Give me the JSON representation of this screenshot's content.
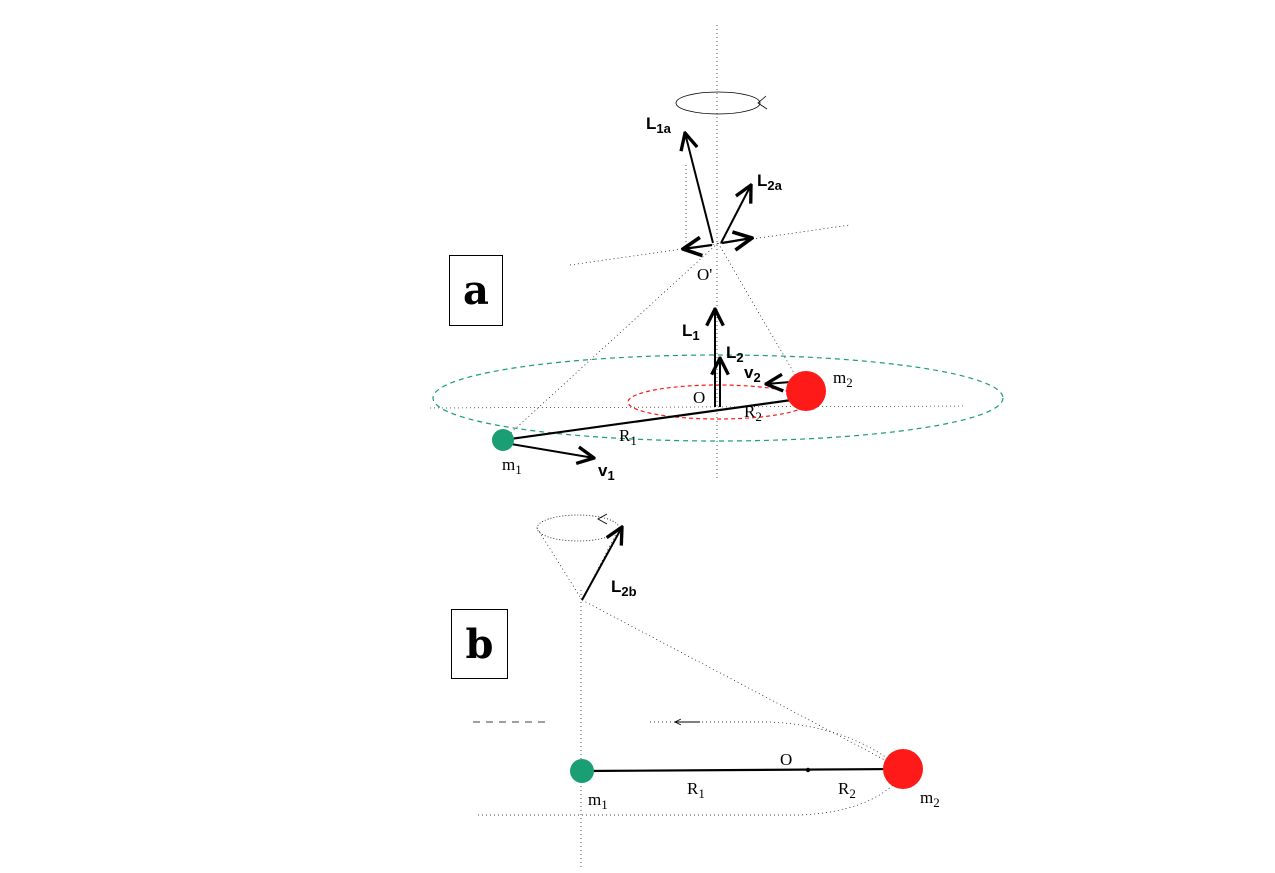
{
  "panels": {
    "a": {
      "tag": "a",
      "labels": {
        "L1a": "L",
        "L1a_sub": "1a",
        "L2a": "L",
        "L2a_sub": "2a",
        "Oprime": "O'",
        "L1": "L",
        "L1_sub": "1",
        "L2": "L",
        "L2_sub": "2",
        "v2": "v",
        "v2_sub": "2",
        "m2": "m",
        "m2_sub": "2",
        "O": "O",
        "R2": "R",
        "R2_sub": "2",
        "R1": "R",
        "R1_sub": "1",
        "m1": "m",
        "m1_sub": "1",
        "v1": "v",
        "v1_sub": "1"
      }
    },
    "b": {
      "tag": "b",
      "labels": {
        "L2b": "L",
        "L2b_sub": "2b",
        "O": "O",
        "R1": "R",
        "R1_sub": "1",
        "R2": "R",
        "R2_sub": "2",
        "m1": "m",
        "m1_sub": "1",
        "m2": "m",
        "m2_sub": "2"
      }
    }
  },
  "colors": {
    "mass1": "#1a9e73",
    "mass2": "#ff1a1a",
    "orbit1": "#1a9e73",
    "orbit2": "#ff1a1a",
    "line": "#000000"
  }
}
